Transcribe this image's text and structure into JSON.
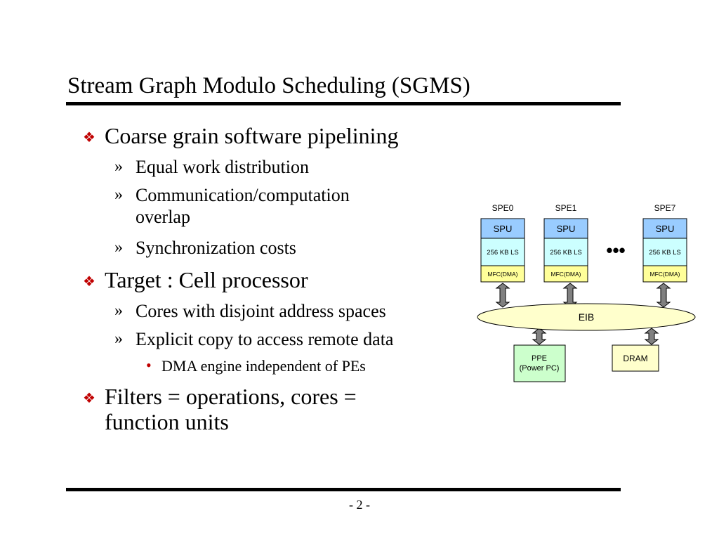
{
  "slide": {
    "title": "Stream Graph Modulo Scheduling (SGMS)",
    "page_number": "- 2 -"
  },
  "bullets": [
    {
      "text": "Coarse grain software pipelining",
      "sub": [
        {
          "text": "Equal work distribution"
        },
        {
          "text": "Communication/computation",
          "text2": "overlap"
        },
        {
          "text": "Synchronization costs"
        }
      ]
    },
    {
      "text": "Target : Cell processor",
      "sub": [
        {
          "text": "Cores with disjoint address spaces"
        },
        {
          "text": "Explicit copy to access remote data",
          "sub": [
            {
              "text": "DMA engine independent of PEs"
            }
          ]
        }
      ]
    },
    {
      "text": "Filters = operations, cores =",
      "text2": "function units"
    }
  ],
  "markers": {
    "level1": "❖",
    "level2": "»",
    "level3": "•"
  },
  "diagram": {
    "spes": [
      {
        "label": "SPE0",
        "spu": "SPU",
        "ls": "256 KB LS",
        "mfc": "MFC(DMA)"
      },
      {
        "label": "SPE1",
        "spu": "SPU",
        "ls": "256 KB LS",
        "mfc": "MFC(DMA)"
      },
      {
        "label": "SPE7",
        "spu": "SPU",
        "ls": "256 KB LS",
        "mfc": "MFC(DMA)"
      }
    ],
    "ellipsis": "•••",
    "bus": "EIB",
    "ppe": {
      "line1": "PPE",
      "line2": "(Power PC)"
    },
    "dram": "DRAM",
    "colors": {
      "spu": "#99ccff",
      "ls": "#ccffff",
      "mfc": "#ffff99",
      "bus": "#ffffcc",
      "ppe": "#ccffcc",
      "dram": "#ffffcc",
      "arrow": "#808080",
      "bullet_accent": "#c00000"
    }
  }
}
